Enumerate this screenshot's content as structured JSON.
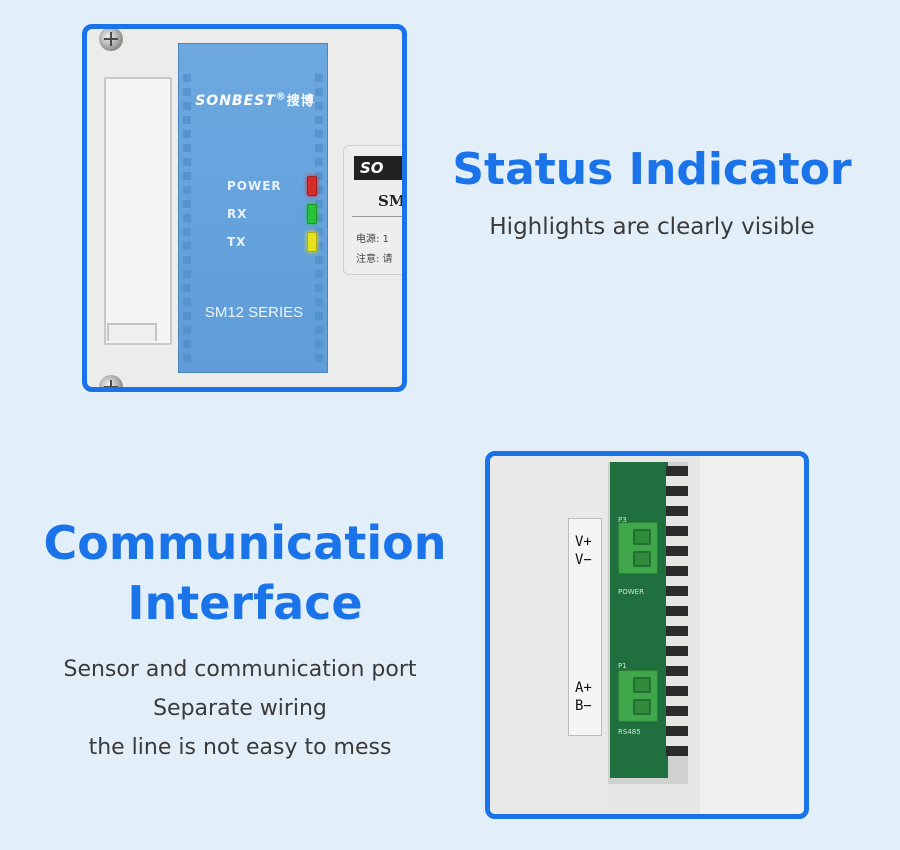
{
  "status_section": {
    "title": "Status Indicator",
    "subtitle": "Highlights are clearly visible",
    "device": {
      "brand": "SONBEST",
      "brand_mark": "®",
      "brand_cn": "搜博",
      "leds": [
        {
          "label": "POWER",
          "color": "#d62b2b"
        },
        {
          "label": "RX",
          "color": "#27c23a"
        },
        {
          "label": "TX",
          "color": "#e6e21e"
        }
      ],
      "series": "SM12 SERIES",
      "label_logo": "SO",
      "label_model": "SM",
      "label_line1": "电源: 1",
      "label_line2": "注意: 请"
    }
  },
  "comm_section": {
    "title_lines": [
      "Communication",
      "Interface"
    ],
    "subtitle_lines": [
      "Sensor and communication port",
      "Separate wiring",
      "the line is not easy to mess"
    ],
    "device": {
      "power_pins": [
        "V+",
        "V−"
      ],
      "bus_pins": [
        "A+",
        "B−"
      ],
      "silk_top": "P3",
      "silk_power": "POWER",
      "silk_p1": "P1",
      "silk_rs": "RS485"
    }
  },
  "colors": {
    "accent": "#1a73e8",
    "background": "#e3eff8",
    "panel_blue": "#6da8e0"
  }
}
